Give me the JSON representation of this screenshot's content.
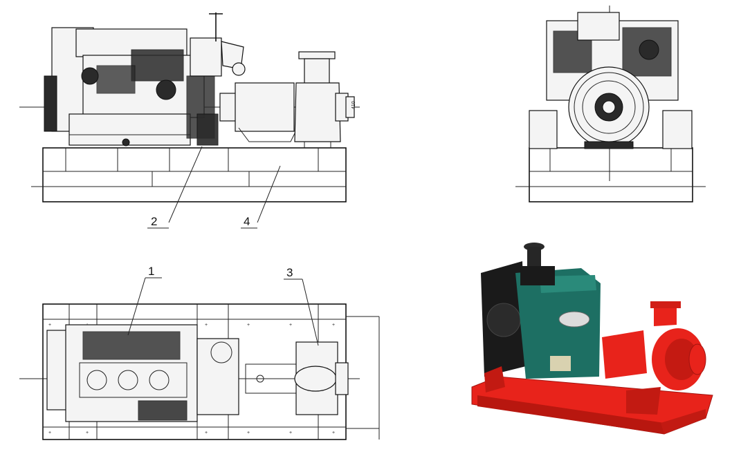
{
  "callouts": {
    "c1": "1",
    "c2": "2",
    "c3": "3",
    "c4": "4"
  },
  "dimension_label": "410",
  "colors": {
    "line": "#222222",
    "pump_red": "#e8231b",
    "engine_green": "#1d6f63",
    "radiator_black": "#1a1a1a"
  },
  "icons": [
    "side-elevation-drawing",
    "end-elevation-drawing",
    "plan-view-drawing",
    "pump-set-photo"
  ]
}
